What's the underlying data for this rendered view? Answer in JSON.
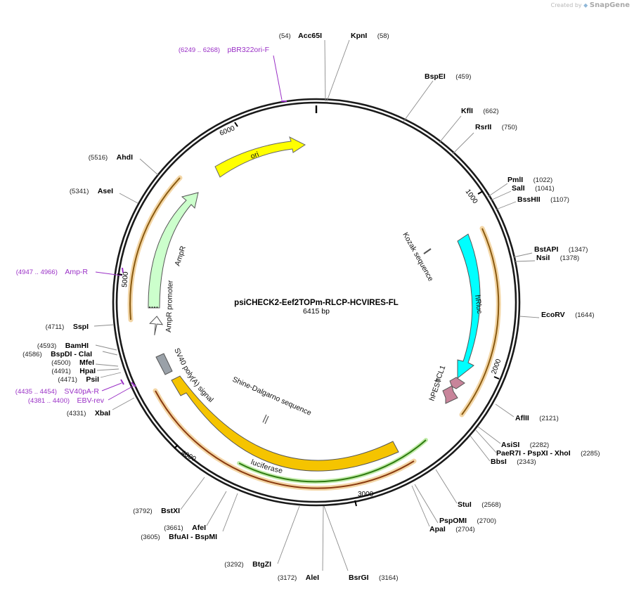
{
  "credit": {
    "prefix": "Created by",
    "brand": "SnapGene"
  },
  "plasmid": {
    "name": "psiCHECK2-Eef2TOPm-RLCP-HCVIRES-FL",
    "length_label": "6415 bp"
  },
  "ticks": [
    "1000",
    "2000",
    "3000",
    "4000",
    "5000",
    "6000"
  ],
  "enzymes": [
    {
      "name": "Acc65I",
      "pos": "(54)"
    },
    {
      "name": "KpnI",
      "pos": "(58)"
    },
    {
      "name": "BspEI",
      "pos": "(459)"
    },
    {
      "name": "KflI",
      "pos": "(662)"
    },
    {
      "name": "RsrII",
      "pos": "(750)"
    },
    {
      "name": "PmlI",
      "pos": "(1022)"
    },
    {
      "name": "SalI",
      "pos": "(1041)"
    },
    {
      "name": "BssHII",
      "pos": "(1107)"
    },
    {
      "name": "BstAPI",
      "pos": "(1347)"
    },
    {
      "name": "NsiI",
      "pos": "(1378)"
    },
    {
      "name": "EcoRV",
      "pos": "(1644)"
    },
    {
      "name": "AflII",
      "pos": "(2121)"
    },
    {
      "name": "AsiSI",
      "pos": "(2282)"
    },
    {
      "name": "PaeR7I - PspXI - XhoI",
      "pos": "(2285)"
    },
    {
      "name": "BbsI",
      "pos": "(2343)"
    },
    {
      "name": "StuI",
      "pos": "(2568)"
    },
    {
      "name": "PspOMI",
      "pos": "(2700)"
    },
    {
      "name": "ApaI",
      "pos": "(2704)"
    },
    {
      "name": "BsrGI",
      "pos": "(3164)"
    },
    {
      "name": "AleI",
      "pos": "(3172)"
    },
    {
      "name": "BtgZI",
      "pos": "(3292)"
    },
    {
      "name": "AfeI",
      "pos": "(3661)"
    },
    {
      "name": "BfuAI - BspMI",
      "pos": "(3605)"
    },
    {
      "name": "BstXI",
      "pos": "(3792)"
    },
    {
      "name": "XbaI",
      "pos": "(4331)"
    },
    {
      "name": "PsiI",
      "pos": "(4471)"
    },
    {
      "name": "HpaI",
      "pos": "(4491)"
    },
    {
      "name": "MfeI",
      "pos": "(4500)"
    },
    {
      "name": "BspDI - ClaI",
      "pos": "(4586)"
    },
    {
      "name": "BamHI",
      "pos": "(4593)"
    },
    {
      "name": "SspI",
      "pos": "(4711)"
    },
    {
      "name": "AseI",
      "pos": "(5341)"
    },
    {
      "name": "AhdI",
      "pos": "(5516)"
    }
  ],
  "primers": [
    {
      "name": "pBR322ori-F",
      "pos": "(6249 .. 6268)"
    },
    {
      "name": "Amp-R",
      "pos": "(4947 .. 4966)"
    },
    {
      "name": "SV40pA-R",
      "pos": "(4435 .. 4454)"
    },
    {
      "name": "EBV-rev",
      "pos": "(4381 .. 4400)"
    }
  ],
  "features": {
    "ori": "ori",
    "ampr": "AmpR",
    "ampr_promoter": "AmpR promoter",
    "hrluc": "hRluc",
    "hcl1": "hCL1",
    "hpest": "hPEST",
    "luciferase": "luciferase",
    "sv40": "SV40 poly(A) signal",
    "kozak": "Kozak sequence",
    "shine": "Shine-Dalgarno sequence"
  },
  "colors": {
    "backbone": "#1a1a1a",
    "ori": "#ffff00",
    "ampr": "#ccffcc",
    "hrluc": "#00ffff",
    "hcl1": "#c8849a",
    "luciferase": "#f5c400",
    "sv40": "#9aa1a8",
    "primer": "#9a30c6",
    "orf_orange": "#e39a2c",
    "orf_green": "#4c9a1a"
  }
}
